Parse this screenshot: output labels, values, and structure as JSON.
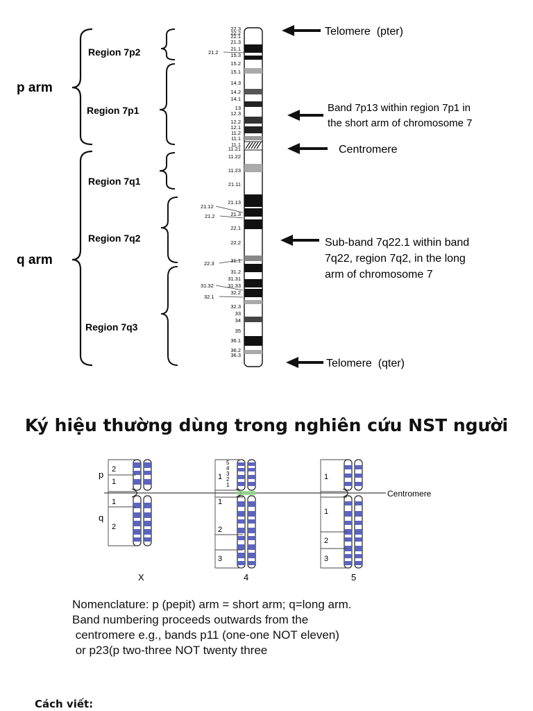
{
  "top_diagram": {
    "arms": [
      {
        "label": "p arm"
      },
      {
        "label": "q arm"
      }
    ],
    "regions": [
      "Region 7p2",
      "Region 7p1",
      "Region 7q1",
      "Region 7q2",
      "Region 7q3"
    ],
    "annotations": {
      "telomere_p": "Telomere  (pter)",
      "band_7p13": [
        "Band 7p13 within region 7p1 in",
        "the short arm of chromosome 7"
      ],
      "centromere": "Centromere",
      "subband_7q22": [
        "Sub-band 7q22.1 within band",
        "7q22, region 7q2, in the long",
        "arm of chromosome 7"
      ],
      "telomere_q": "Telomere  (qter)"
    },
    "band_labels_right": [
      "22.3",
      "22.2",
      "22.1",
      "21.3",
      "21.1",
      "15.3",
      "15.2",
      "15.1",
      "14.3",
      "14.2",
      "14.1",
      "13",
      "12.3",
      "12.2",
      "12.1",
      "11.2",
      "11.1",
      "11.1",
      "11.21",
      "11.22",
      "11.23",
      "21.11",
      "21.13",
      "21.3",
      "22.1",
      "22.2",
      "31.1",
      "31.2",
      "31.31",
      "31.33",
      "32.2",
      "32.3",
      "33",
      "34",
      "35",
      "36.1",
      "36.2",
      "36.3"
    ],
    "band_labels_left": [
      "21.2",
      "21.12",
      "21.2",
      "22.3",
      "31.32",
      "32.1"
    ]
  },
  "section_title": "Ký hiệu thường dùng trong nghiên cứu NST người",
  "bottom_diagram": {
    "chromosomes": [
      {
        "name": "X",
        "p_labels": [
          "2",
          "1"
        ],
        "q_labels": [
          "1",
          "2"
        ]
      },
      {
        "name": "4",
        "p_labels": [
          "5",
          "4",
          "3",
          "2",
          "1",
          "1"
        ],
        "q_labels": [
          "1",
          "2",
          "3"
        ]
      },
      {
        "name": "5",
        "p_labels": [
          "1"
        ],
        "q_labels": [
          "1",
          "2",
          "3"
        ]
      }
    ],
    "arm_letters": [
      "p",
      "q"
    ],
    "centromere_label": "Centromere"
  },
  "nomenclature": [
    "Nomenclature: p (pepit) arm = short arm; q=long arm.",
    "Band numbering proceeds outwards from the",
    " centromere e.g., bands p11 (one-one NOT eleven)",
    " or p23(p two-three NOT twenty three"
  ],
  "footer_label": "Cách viết:",
  "colors": {
    "band_blue": "#5a63c6",
    "stain_black": "#111111",
    "line": "#333333"
  }
}
